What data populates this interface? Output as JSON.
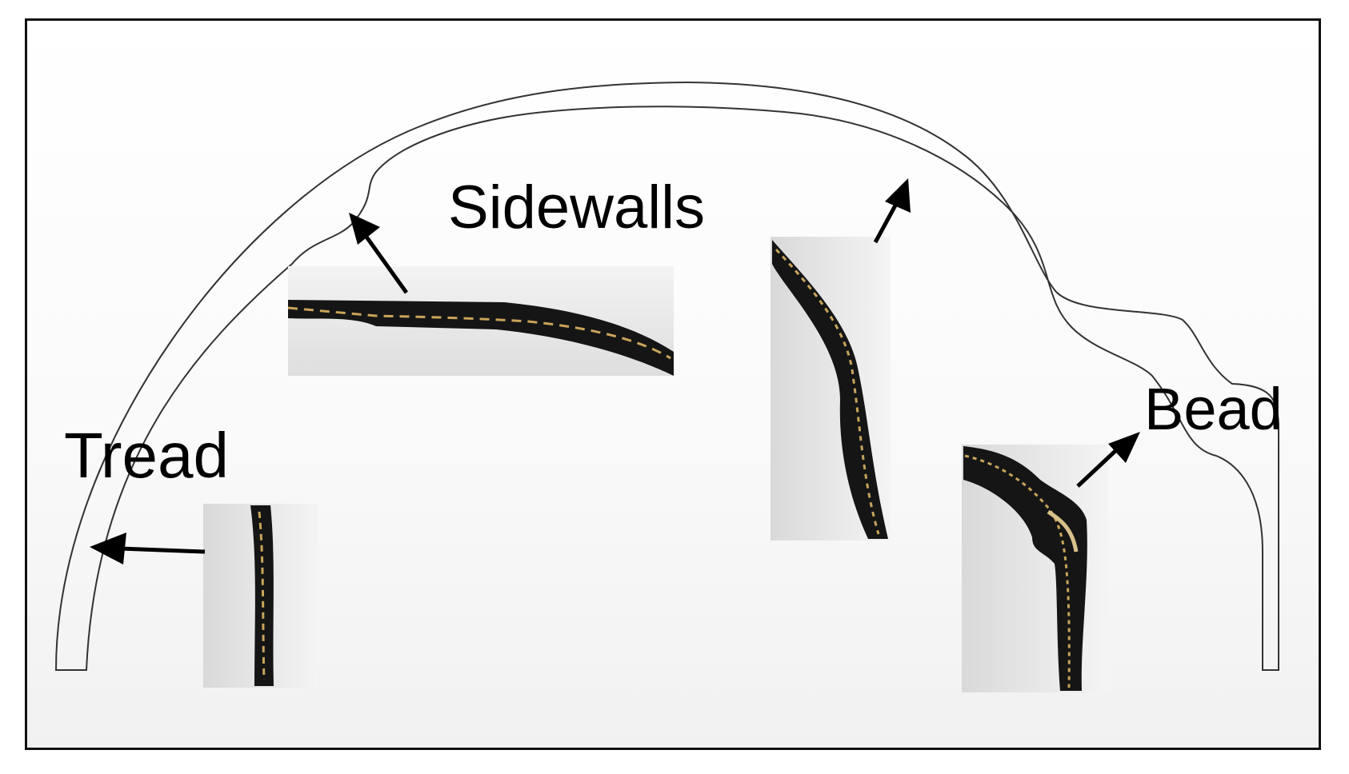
{
  "diagram": {
    "labels": {
      "sidewalls": "Sidewalls",
      "tread": "Tread",
      "bead": "Bead"
    },
    "photos": [
      {
        "name": "tread-cross-section-photo",
        "depicts": "tread"
      },
      {
        "name": "sidewall-left-cross-section-photo",
        "depicts": "sidewall"
      },
      {
        "name": "sidewall-right-cross-section-photo",
        "depicts": "sidewall"
      },
      {
        "name": "bead-cross-section-photo",
        "depicts": "bead"
      }
    ],
    "colors": {
      "outline": "#333333",
      "arrow": "#000000",
      "rubber": "#151515",
      "cord": "#c9a45a",
      "photo_background": "#ececec"
    }
  }
}
